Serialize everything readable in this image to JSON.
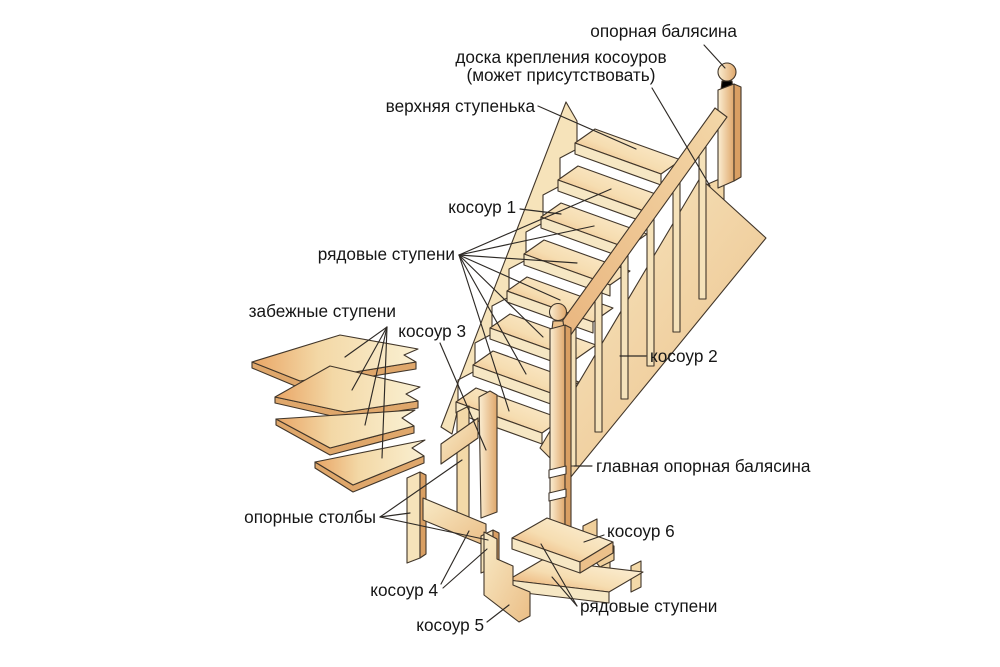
{
  "background": "#ffffff",
  "colors": {
    "wood_light": "#fdf3dc",
    "wood_mid": "#f3d9a8",
    "wood_accent": "#e8a160",
    "outline": "#41362a",
    "label_text": "#161616",
    "leader_line": "#2e2a26"
  },
  "labels": {
    "top_baluster": "опорная балясина",
    "mount_board_1": "доска крепления косоуров",
    "mount_board_2": "(может присутствовать)",
    "top_step": "верхняя ступенька",
    "kosour_1": "косоур 1",
    "regular_steps_main": "рядовые ступени",
    "winder_steps": "забежные ступени",
    "kosour_3": "косоур 3",
    "kosour_2": "косоур 2",
    "main_baluster": "главная опорная балясина",
    "support_posts": "опорные столбы",
    "kosour_6": "косоур 6",
    "kosour_4": "косоур 4",
    "regular_steps_bottom": "рядовые ступени",
    "kosour_5": "косоур 5"
  }
}
